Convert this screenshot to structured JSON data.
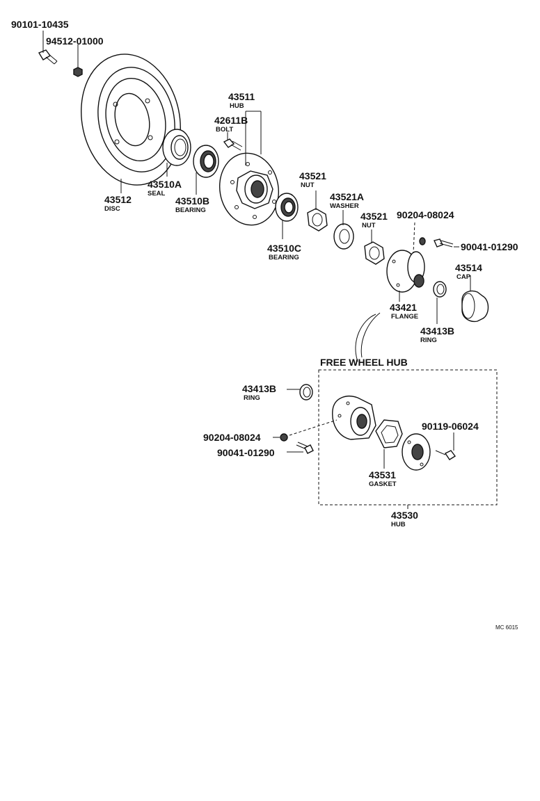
{
  "parts": {
    "p90101_10435": {
      "number": "90101-10435",
      "name": ""
    },
    "p94512_01000": {
      "number": "94512-01000",
      "name": ""
    },
    "p43511": {
      "number": "43511",
      "name": "HUB"
    },
    "p42611B": {
      "number": "42611B",
      "name": "BOLT"
    },
    "p43512": {
      "number": "43512",
      "name": "DISC"
    },
    "p43510A": {
      "number": "43510A",
      "name": "SEAL"
    },
    "p43510B": {
      "number": "43510B",
      "name": "BEARING"
    },
    "p43521_nut": {
      "number": "43521",
      "name": "NUT"
    },
    "p43521A": {
      "number": "43521A",
      "name": "WASHER"
    },
    "p43521_nut2": {
      "number": "43521",
      "name": "NUT"
    },
    "p90204_08024_top": {
      "number": "90204-08024",
      "name": ""
    },
    "p90041_01290_top": {
      "number": "90041-01290",
      "name": ""
    },
    "p43510C": {
      "number": "43510C",
      "name": "BEARING"
    },
    "p43514": {
      "number": "43514",
      "name": "CAP"
    },
    "p43421": {
      "number": "43421",
      "name": "FLANGE"
    },
    "p43413B_top": {
      "number": "43413B",
      "name": "RING"
    },
    "p43413B_bot": {
      "number": "43413B",
      "name": "RING"
    },
    "p90204_08024_bot": {
      "number": "90204-08024",
      "name": ""
    },
    "p90041_01290_bot": {
      "number": "90041-01290",
      "name": ""
    },
    "p90119_06024": {
      "number": "90119-06024",
      "name": ""
    },
    "p43531": {
      "number": "43531",
      "name": "GASKET"
    },
    "p43530": {
      "number": "43530",
      "name": "HUB"
    }
  },
  "free_wheel_hub": {
    "label": "FREE WHEEL HUB"
  },
  "diagram_code": "MC 6015"
}
